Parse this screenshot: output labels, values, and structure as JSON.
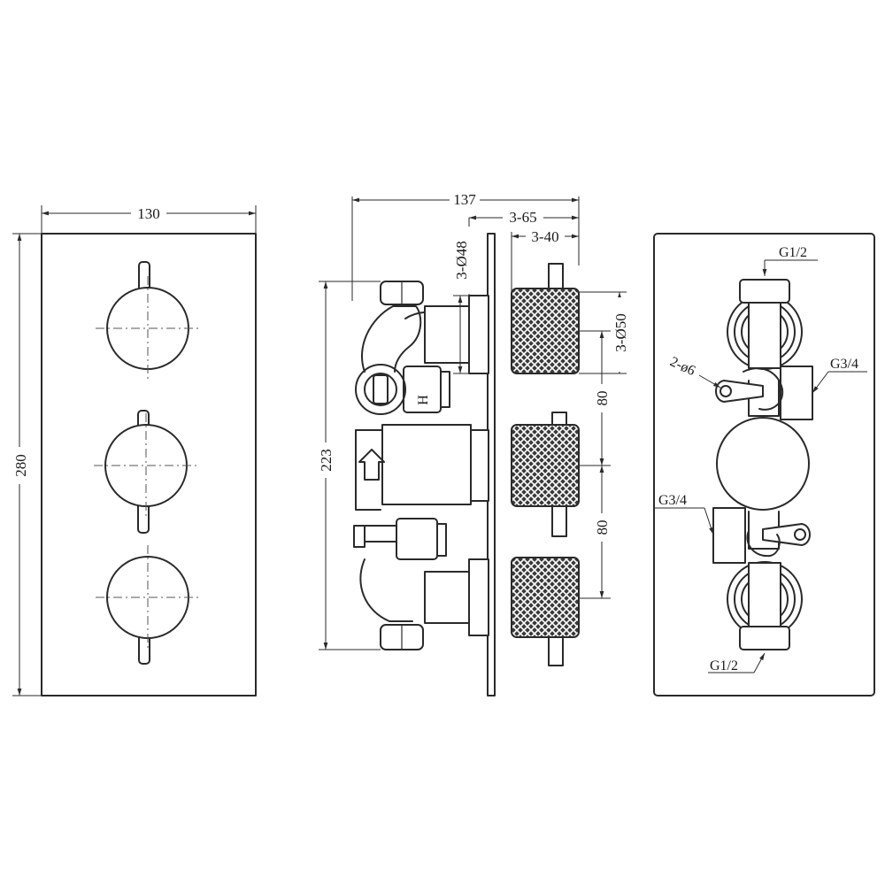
{
  "front_view": {
    "width_label": "130",
    "height_label": "280"
  },
  "side_view": {
    "depth_label": "137",
    "handle_projection_label": "3-65",
    "handle_length_label": "3-40",
    "escutcheon_dia_label": "3-Ø48",
    "handle_dia_label": "3-Ø50",
    "overall_height_label": "223",
    "spacing_upper_label": "80",
    "spacing_lower_label": "80",
    "hot_marking": "H"
  },
  "rear_view": {
    "top_outlet_label": "G1/2",
    "bottom_outlet_label": "G1/2",
    "right_inlet_label": "G3/4",
    "left_inlet_label": "G3/4",
    "fixing_holes_label": "2-ø6"
  }
}
